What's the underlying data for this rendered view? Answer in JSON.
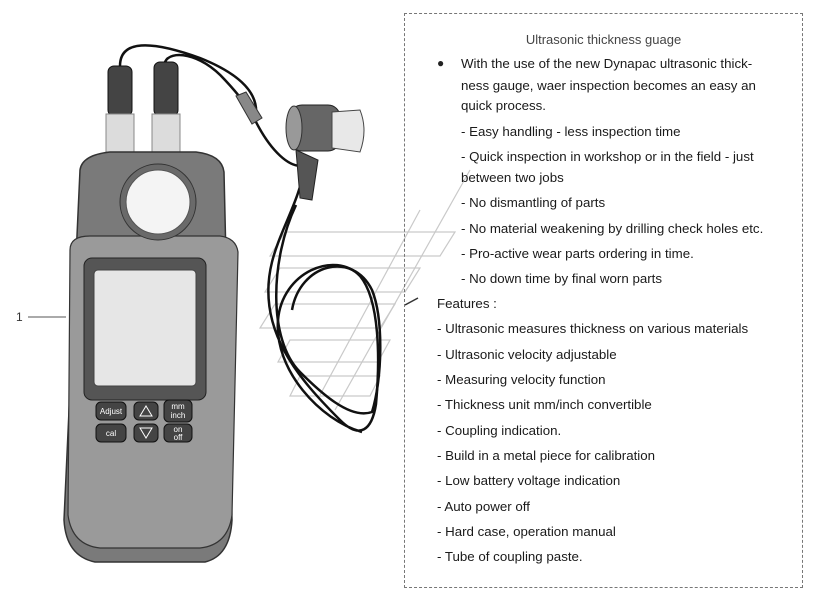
{
  "callout": {
    "number": "1"
  },
  "panel": {
    "title": "Ultrasonic thickness guage",
    "intro_lines": [
      "With the use of the new Dynapac ultrasonic thick-",
      "ness gauge, waer inspection becomes an easy an",
      "quick process."
    ],
    "benefits": [
      "- Easy handling - less inspection time",
      "- Quick inspection in workshop or in the field - just",
      "between two jobs",
      "- No dismantling of parts",
      "- No material weakening by drilling check holes etc.",
      "- Pro-active wear parts ordering in time.",
      "- No down time by final worn parts"
    ],
    "features_heading": "Features :",
    "features": [
      "- Ultrasonic measures thickness on various materials",
      "- Ultrasonic velocity adjustable",
      "- Measuring velocity function",
      "- Thickness unit mm/inch convertible",
      "- Coupling indication.",
      "- Build in a metal piece for calibration",
      "- Low battery voltage indication",
      "- Auto power off",
      "- Hard case, operation manual",
      "- Tube of coupling paste."
    ]
  },
  "device": {
    "keys": {
      "adjust": "Adjust",
      "unit_mm": "mm",
      "unit_inch": "inch",
      "cal": "cal",
      "on": "on",
      "off": "off"
    }
  }
}
